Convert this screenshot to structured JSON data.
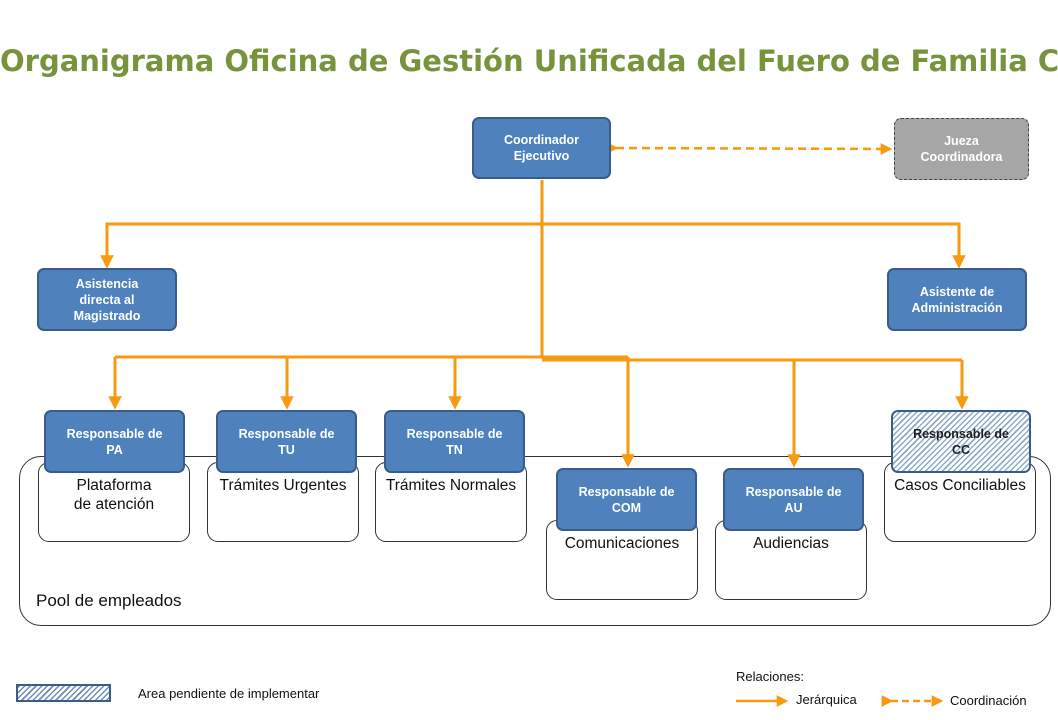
{
  "title": "Organigrama Oficina de Gestión Unificada del Fuero de Familia CR",
  "colors": {
    "title": "#77933C",
    "node_fill": "#4F81BD",
    "node_border": "#385D8A",
    "connector": "#F79A10",
    "pending_node": "#A6A6A6"
  },
  "nodes": {
    "coordinador": [
      "Coordinador",
      "Ejecutivo"
    ],
    "jueza": [
      "Jueza",
      "Coordinadora"
    ],
    "asistencia": [
      "Asistencia",
      "directa al",
      "Magistrado"
    ],
    "asistente_admin": [
      "Asistente de",
      "Administración"
    ],
    "resp_pa": [
      "Responsable de",
      "PA"
    ],
    "resp_tu": [
      "Responsable de",
      "TU"
    ],
    "resp_tn": [
      "Responsable de",
      "TN"
    ],
    "resp_com": [
      "Responsable de",
      "COM"
    ],
    "resp_au": [
      "Responsable de",
      "AU"
    ],
    "resp_cc": [
      "Responsable de",
      "CC"
    ]
  },
  "areas": {
    "pa": [
      "Plataforma",
      "de atención"
    ],
    "tu": "Trámites Urgentes",
    "tn": "Trámites Normales",
    "com": "Comunicaciones",
    "au": "Audiencias",
    "cc": "Casos Conciliables"
  },
  "pool_label": "Pool de empleados",
  "legend": {
    "pending": "Area pendiente de implementar",
    "relations_title": "Relaciones:",
    "hierarchical": "Jerárquica",
    "coordination": "Coordinación"
  }
}
